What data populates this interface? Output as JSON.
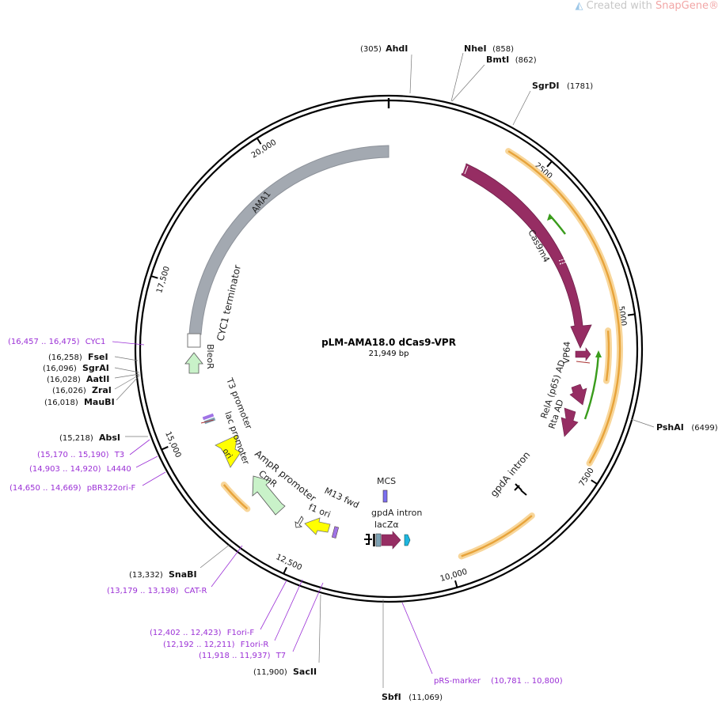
{
  "watermark": {
    "prefix": "Created with",
    "brand": "SnapGene",
    "reg": "®"
  },
  "plasmid": {
    "name": "pLM-AMA18.0 dCas9-VPR",
    "size_label": "21,949 bp",
    "total_bp": 21949
  },
  "colors": {
    "ring": "#000000",
    "enzyme": "#000000",
    "primer": "#9b30d6",
    "cds": "#962d63",
    "ama1": "#a3a9b1",
    "marker": "#c9f2c9",
    "ori": "#ffff00",
    "orf": "#e7a33a",
    "orf_glow": "#f8d69a",
    "primer_bind": "#3a9c1c",
    "terminator": "#ffffff",
    "mcs": "#7b6ff0",
    "lacz": "#1eb6e0"
  },
  "ticks": [
    {
      "label": "2500",
      "bp": 2500
    },
    {
      "label": "5000",
      "bp": 5000
    },
    {
      "label": "7500",
      "bp": 7500
    },
    {
      "label": "10,000",
      "bp": 10000
    },
    {
      "label": "12,500",
      "bp": 12500
    },
    {
      "label": "15,000",
      "bp": 15000
    },
    {
      "label": "17,500",
      "bp": 17500
    },
    {
      "label": "20,000",
      "bp": 20000
    }
  ],
  "enzymes": [
    {
      "name": "AhdI",
      "pos": "(305)",
      "bp": 305
    },
    {
      "name": "NheI",
      "pos": "(858)",
      "bp": 858
    },
    {
      "name": "BmtI",
      "pos": "(862)",
      "bp": 862
    },
    {
      "name": "SgrDI",
      "pos": "(1781)",
      "bp": 1781
    },
    {
      "name": "PshAI",
      "pos": "(6499)",
      "bp": 6499
    },
    {
      "name": "SbfI",
      "pos": "(11,069)",
      "bp": 11069
    },
    {
      "name": "SacII",
      "pos": "(11,900)",
      "bp": 11900
    },
    {
      "name": "SnaBI",
      "pos": "(13,332)",
      "bp": 13332
    },
    {
      "name": "AbsI",
      "pos": "(15,218)",
      "bp": 15218
    },
    {
      "name": "MauBI",
      "pos": "(16,018)",
      "bp": 16018
    },
    {
      "name": "ZraI",
      "pos": "(16,026)",
      "bp": 16026
    },
    {
      "name": "AatII",
      "pos": "(16,028)",
      "bp": 16028
    },
    {
      "name": "SgrAI",
      "pos": "(16,096)",
      "bp": 16096
    },
    {
      "name": "FseI",
      "pos": "(16,258)",
      "bp": 16258
    }
  ],
  "primers": [
    {
      "name": "CYC1",
      "pos": "(16,457 .. 16,475)",
      "bp": 16466
    },
    {
      "name": "T3",
      "pos": "(15,170 .. 15,190)",
      "bp": 15180
    },
    {
      "name": "L4440",
      "pos": "(14,903 .. 14,920)",
      "bp": 14911
    },
    {
      "name": "pBR322ori-F",
      "pos": "(14,650 .. 14,669)",
      "bp": 14660
    },
    {
      "name": "CAT-R",
      "pos": "(13,179 .. 13,198)",
      "bp": 13188
    },
    {
      "name": "F1ori-F",
      "pos": "(12,402 .. 12,423)",
      "bp": 12412
    },
    {
      "name": "F1ori-R",
      "pos": "(12,192 .. 12,211)",
      "bp": 12201
    },
    {
      "name": "T7",
      "pos": "(11,918 .. 11,937)",
      "bp": 11927
    },
    {
      "name": "pRS-marker",
      "pos": "(10,781 .. 10,800)",
      "bp": 10790
    }
  ],
  "features": {
    "ama1": "AMA1",
    "cyc1_terminator": "CYC1 terminator",
    "bleor": "BleoR",
    "cas9": "Cas9m4",
    "vp64": "VP64",
    "p65": "RelA (p65) AD",
    "rta": "Rta AD",
    "gpda_intron_right": "gpdA intron",
    "gpda_intron_center": "gpdA intron",
    "mcs": "MCS",
    "lacz": "lacZα",
    "m13_fwd": "M13 fwd",
    "f1_ori": "f1 ori",
    "ampr_promoter": "AmpR promoter",
    "cmr": "CmR",
    "ori": "ori",
    "lac_promoter": "lac promoter",
    "t3_promoter": "T3 promoter"
  }
}
